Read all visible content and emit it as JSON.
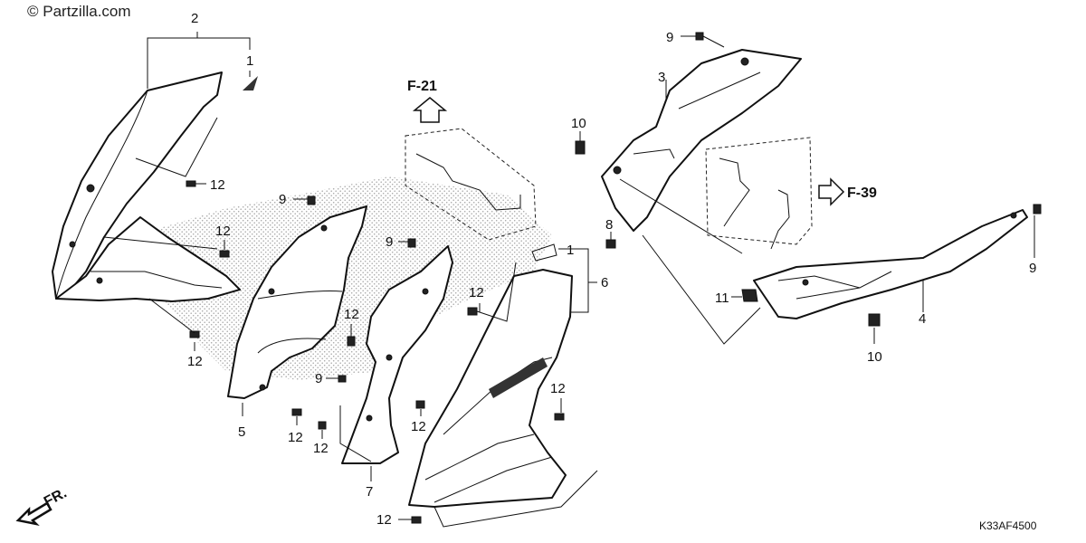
{
  "watermark": "© Partzilla.com",
  "diagram_code": "K33AF4500",
  "direction_label": "FR.",
  "refs": [
    {
      "id": "ref-f21",
      "text": "F-21"
    },
    {
      "id": "ref-f39",
      "text": "F-39"
    }
  ],
  "callouts": {
    "c2": "2",
    "c1a": "1",
    "c12a": "12",
    "c12b": "12",
    "c12c": "12",
    "c9a": "9",
    "c9b": "9",
    "c5": "5",
    "c12d": "12",
    "c12e": "12",
    "c9c": "9",
    "c12f": "12",
    "c7": "7",
    "c12g": "12",
    "c12h": "12",
    "c12i": "12",
    "c1b": "1",
    "c6": "6",
    "c12j": "12",
    "c9d": "9",
    "c3": "3",
    "c10a": "10",
    "c8": "8",
    "c11": "11",
    "c10b": "10",
    "c4": "4",
    "c9e": "9"
  }
}
